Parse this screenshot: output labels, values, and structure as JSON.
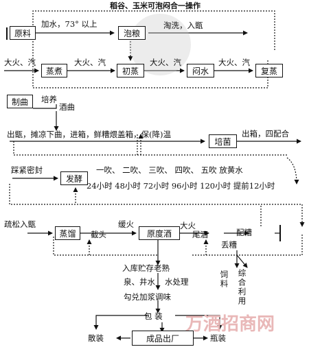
{
  "title": "稻谷、玉米可泡闷合一操作",
  "nodes": {
    "yuanliao": "原料",
    "paoliang": "泡粮",
    "zhengzhu": "蒸煮",
    "chuzheng": "初蒸",
    "menshui": "闷水",
    "fuzheng": "复蒸",
    "zhiqu": "制曲",
    "peijun": "培菌",
    "fajiao": "发酵",
    "zhengliu": "蒸馏",
    "yuandujiu": "原度酒",
    "chengpin": "成品出厂"
  },
  "labels": {
    "jiashui": "加水，73° 以上",
    "taoxi": "淘洗，入甑",
    "dahuoqi1": "大火、汽",
    "dahuoqi2": "大火、汽",
    "dahuoqi3": "大火、汽",
    "dahuoqi4": "大火、汽",
    "peiyang": "培养",
    "jiuqu": "酒曲",
    "chuzeng_line": "出甑，摊凉下曲，进箱，鲜糟煨盖箱，保(降)温",
    "chuxiang": "出箱，四配合",
    "caijin": "踩紧密封",
    "chui_seq": "一吹、 二吹、 三吹、 四吹、 五吹   放黄水",
    "hours_seq": "24小时 48小时 72小时 96小时 120小时 提前12小时",
    "shusong": "疏松入甑",
    "huanhuo": "缓火",
    "dahuo": "大火",
    "jietou": "截头",
    "weijiu": "尾酒",
    "diuzao": "丢糟",
    "peizao": "配糟",
    "ruku": "入库贮存老熟",
    "quanshui": "泉、井水",
    "shuichuli": "水处理",
    "goudui": "勾兑加浆调味",
    "baozhuang": "包  装",
    "siliao": "饲料",
    "zonghe": "综合利用",
    "sanzhuang": "散装",
    "pingzhuang": "瓶装"
  },
  "watermark": "万酒招商网",
  "colors": {
    "line": "#111111",
    "watermark": "#e9b8b8"
  }
}
